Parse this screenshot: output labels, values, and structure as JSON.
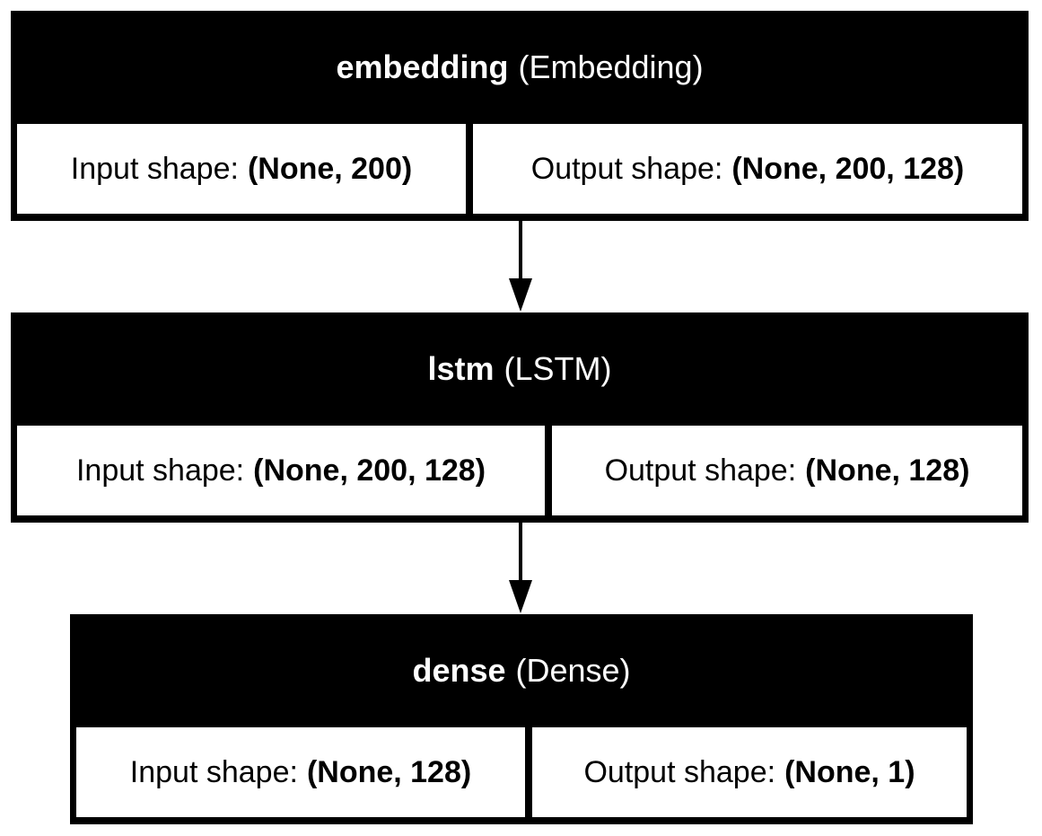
{
  "layers": [
    {
      "name": "embedding",
      "type": "(Embedding)",
      "input_label": "Input shape:",
      "input_shape": "(None, 200)",
      "output_label": "Output shape:",
      "output_shape": "(None, 200, 128)"
    },
    {
      "name": "lstm",
      "type": "(LSTM)",
      "input_label": "Input shape:",
      "input_shape": "(None, 200, 128)",
      "output_label": "Output shape:",
      "output_shape": "(None, 128)"
    },
    {
      "name": "dense",
      "type": "(Dense)",
      "input_label": "Input shape:",
      "input_shape": "(None, 128)",
      "output_label": "Output shape:",
      "output_shape": "(None, 1)"
    }
  ],
  "colors": {
    "box": "#000000",
    "header_text": "#ffffff",
    "cell_bg": "#ffffff",
    "arrow": "#000000"
  }
}
